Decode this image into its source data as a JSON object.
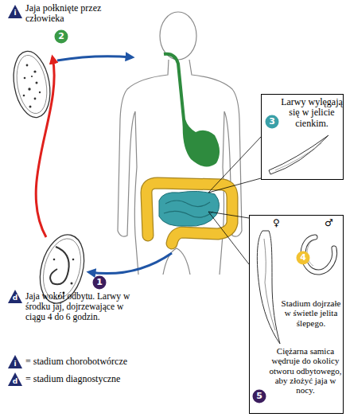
{
  "diagram": {
    "nodes": [
      {
        "text": [
          "i"
        ]
      },
      {
        "text": [
          "2"
        ]
      },
      {
        "text": [
          "Larwy wylęgają się w jelicie cienkim."
        ]
      },
      {
        "text": [
          "3"
        ],
        "in": 2
      },
      {
        "text": [
          "Stadium dojrzałe w świetle jelita ślepego.",
          "Ciężarna samica wędruje do okolicy otworu odbytowego, aby złożyć jaja w nocy."
        ]
      },
      {
        "text": [
          "4"
        ],
        "in": 4
      },
      {
        "text": [
          "5"
        ],
        "in": 4
      },
      {
        "text": [
          "1"
        ]
      },
      {
        "text": [
          "d"
        ]
      }
    ],
    "labels": [
      "Jaja połknięte przez człowieka",
      "♀",
      "♂",
      "Jaja wokół odbytu. Larwy w środku jaj, dojrzewające w ciągu 4 do 6 godzin.",
      "i",
      "d"
    ],
    "legend": [
      {
        "text": "= stadium chorobotwórcze"
      },
      {
        "text": "= stadium diagnostyczne"
      }
    ]
  }
}
